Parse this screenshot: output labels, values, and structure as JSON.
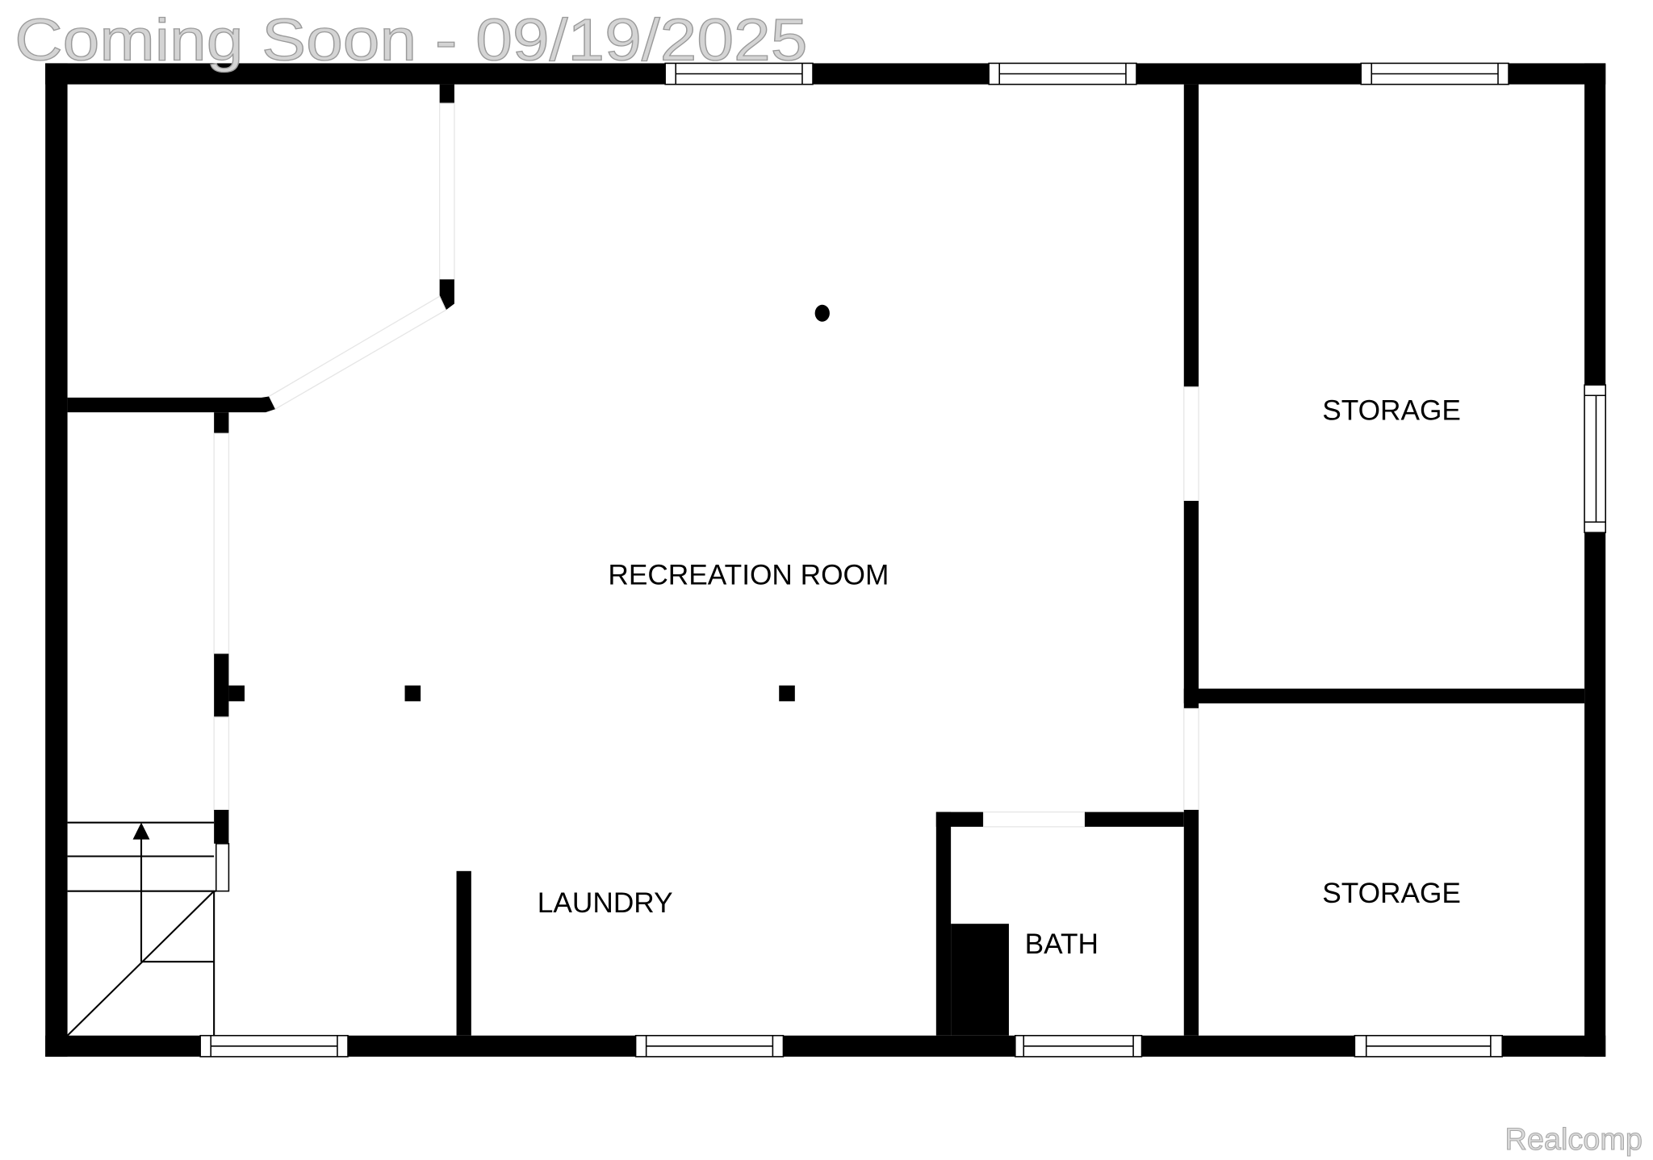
{
  "watermark": {
    "text": "Coming Soon - 09/19/2025"
  },
  "credit": {
    "text": "Realcomp"
  },
  "floorplan": {
    "rooms": [
      {
        "id": "recreation",
        "label": "RECREATION ROOM"
      },
      {
        "id": "laundry",
        "label": "LAUNDRY"
      },
      {
        "id": "bath",
        "label": "BATH"
      },
      {
        "id": "storage-upper",
        "label": "STORAGE"
      },
      {
        "id": "storage-lower",
        "label": "STORAGE"
      }
    ],
    "colors": {
      "wall": "#000000",
      "background": "#ffffff",
      "watermark": "#d4d4d4"
    }
  }
}
